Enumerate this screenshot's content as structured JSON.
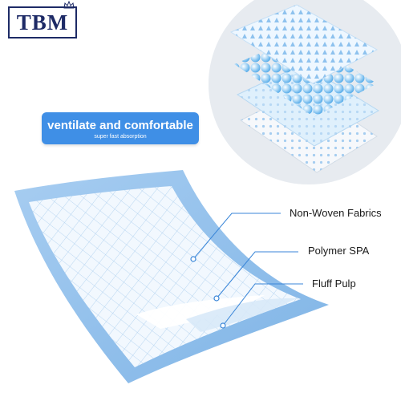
{
  "brand": {
    "logo_text": "TBM"
  },
  "banner": {
    "title": "ventilate and comfortable",
    "subtitle": "super fast absorption"
  },
  "layers": [
    {
      "label": "Non-Woven Fabrics"
    },
    {
      "label": "Polymer SPA"
    },
    {
      "label": "Fluff Pulp"
    }
  ],
  "colors": {
    "brand_navy": "#1d2a66",
    "banner_blue": "#3f8fe6",
    "pad_blue": "#9cc5ee",
    "pad_light": "#eaf4fd",
    "callout_blue": "#3a86d8"
  }
}
